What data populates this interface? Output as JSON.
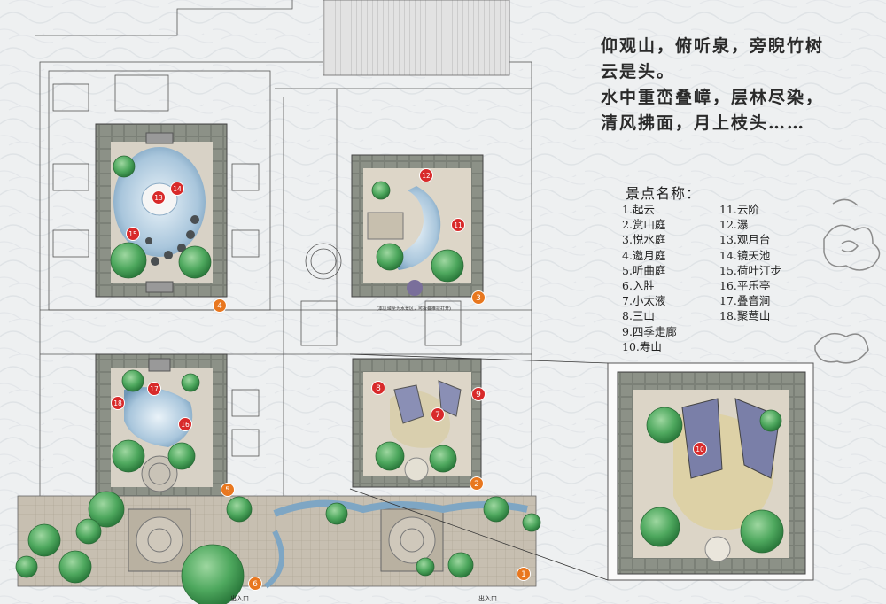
{
  "poem": {
    "line1": "仰观山，俯听泉，旁睨竹树",
    "line2": "云是头。",
    "line3": "水中重峦叠嶂，层林尽染，",
    "line4": "清风拂面，月上枝头……"
  },
  "legend": {
    "title": "景点名称：",
    "col1": [
      "1.起云",
      "2.赏山庭",
      "3.悦水庭",
      "4.邀月庭",
      "5.听曲庭",
      "6.入胜",
      "7.小太液",
      "8.三山",
      "9.四季走廊",
      "10.寿山"
    ],
    "col2": [
      "11.云阶",
      "12.瀑",
      "13.观月台",
      "14.镜天池",
      "15.荷叶汀步",
      "16.平乐亭",
      "17.叠音涧",
      "18.聚莺山"
    ]
  },
  "markers": [
    "1",
    "2",
    "3",
    "4",
    "5",
    "6",
    "7",
    "8",
    "9",
    "10",
    "11",
    "12",
    "13",
    "14",
    "15",
    "16",
    "17",
    "18"
  ],
  "note": "(本区域全为水景区，可折叠推拉打开)",
  "exit_label": "出入口",
  "colors": {
    "background": "#eef0f1",
    "water": "#a9c6dc",
    "paving": "#c9c1b4",
    "tree_green": "#4ea85e",
    "roof": "#d9d9d9",
    "marker_red": "#d82a2a",
    "marker_orange": "#e8771f"
  }
}
